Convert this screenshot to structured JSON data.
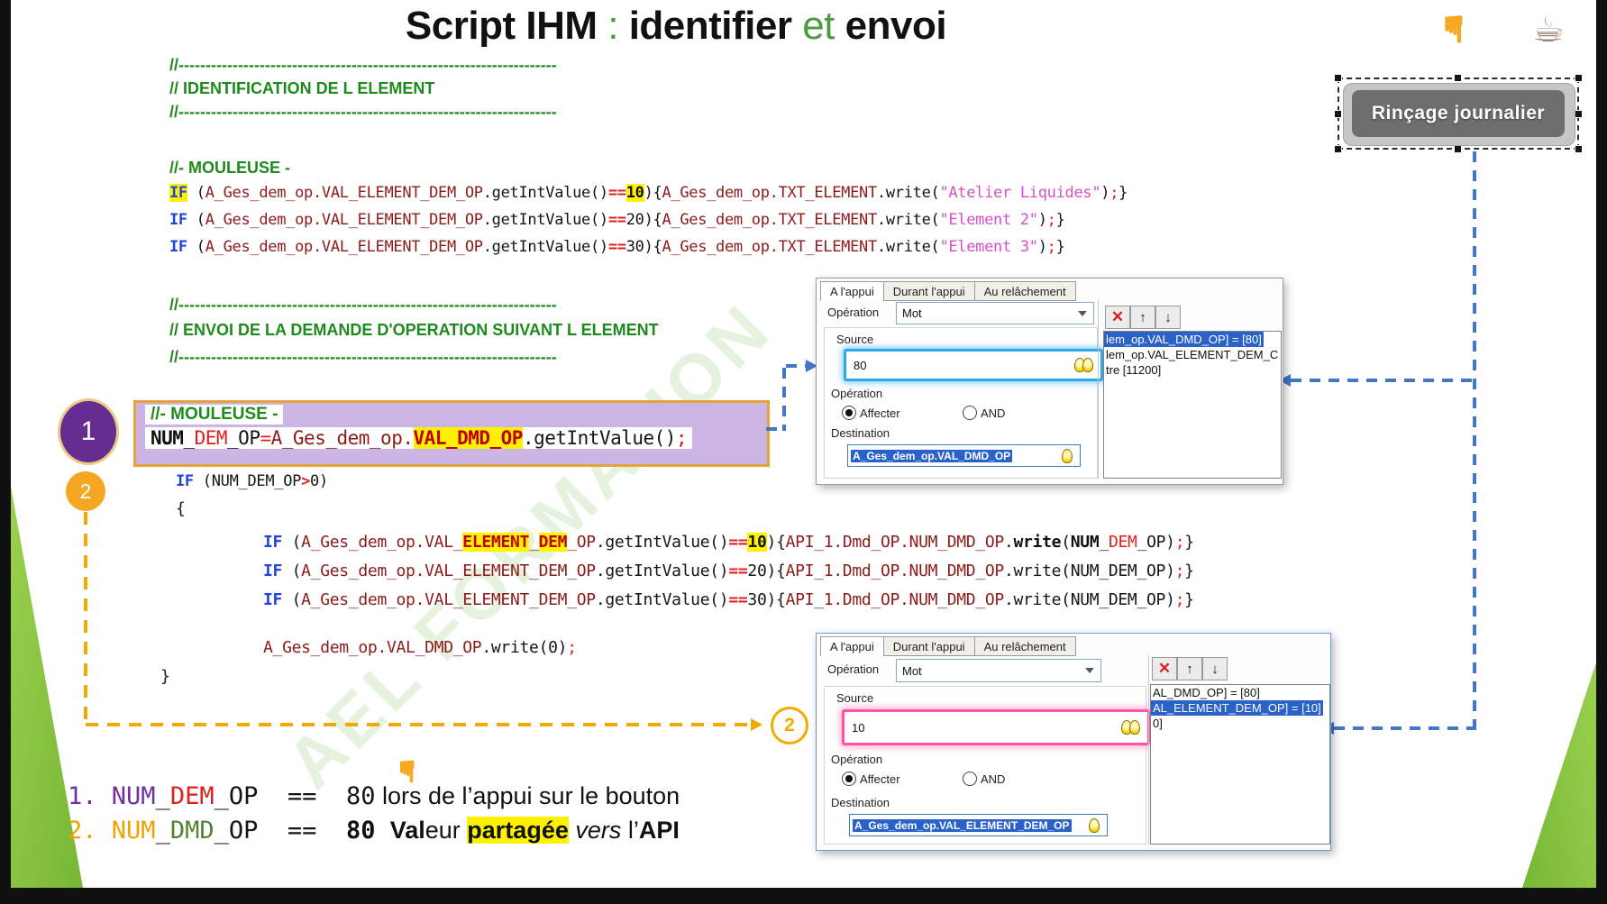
{
  "title": {
    "p1": "Script IHM",
    "p2": " : ",
    "p3": "identifier",
    "p4": " et ",
    "p5": "envoi"
  },
  "watermark": "AEL FORMATION",
  "button": {
    "label": "Rinçage journalier"
  },
  "markers": {
    "step1": "1",
    "step2": "2",
    "step2_target": "2"
  },
  "code": {
    "lines": [
      [
        {
          "t": "//----------------------------------------------------------------------",
          "c": "c"
        }
      ],
      [
        {
          "t": "// IDENTIFICATION DE L ELEMENT",
          "c": "c"
        }
      ],
      [
        {
          "t": "//----------------------------------------------------------------------",
          "c": "c"
        }
      ],
      [
        {
          "t": "//- MOULEUSE -",
          "c": "c"
        }
      ],
      [
        {
          "t": "IF",
          "c": "kh"
        },
        {
          "t": " (",
          "c": "t"
        },
        {
          "t": "A_Ges_dem_op.VAL_ELEMENT_DEM_OP",
          "c": "i"
        },
        {
          "t": ".getIntValue()",
          "c": "t"
        },
        {
          "t": "==",
          "c": "o"
        },
        {
          "t": "10",
          "c": "nh"
        },
        {
          "t": "){",
          "c": "t"
        },
        {
          "t": "A_Ges_dem_op.TXT_ELEMENT",
          "c": "i"
        },
        {
          "t": ".write(",
          "c": "t"
        },
        {
          "t": "\"Atelier Liquides\"",
          "c": "s"
        },
        {
          "t": ")",
          "c": "t"
        },
        {
          "t": ";",
          "c": "r"
        },
        {
          "t": "}",
          "c": "t"
        }
      ],
      [
        {
          "t": "IF",
          "c": "k"
        },
        {
          "t": " (",
          "c": "t"
        },
        {
          "t": "A_Ges_dem_op.VAL_ELEMENT_DEM_OP",
          "c": "i"
        },
        {
          "t": ".getIntValue()",
          "c": "t"
        },
        {
          "t": "==",
          "c": "o"
        },
        {
          "t": "20",
          "c": "t"
        },
        {
          "t": "){",
          "c": "t"
        },
        {
          "t": "A_Ges_dem_op.TXT_ELEMENT",
          "c": "i"
        },
        {
          "t": ".write(",
          "c": "t"
        },
        {
          "t": "\"Element 2\"",
          "c": "s"
        },
        {
          "t": ")",
          "c": "t"
        },
        {
          "t": ";",
          "c": "r"
        },
        {
          "t": "}",
          "c": "t"
        }
      ],
      [
        {
          "t": "IF",
          "c": "k"
        },
        {
          "t": " (",
          "c": "t"
        },
        {
          "t": "A_Ges_dem_op.VAL_ELEMENT_DEM_OP",
          "c": "i"
        },
        {
          "t": ".getIntValue()",
          "c": "t"
        },
        {
          "t": "==",
          "c": "o"
        },
        {
          "t": "30",
          "c": "t"
        },
        {
          "t": "){",
          "c": "t"
        },
        {
          "t": "A_Ges_dem_op.TXT_ELEMENT",
          "c": "i"
        },
        {
          "t": ".write(",
          "c": "t"
        },
        {
          "t": "\"Element 3\"",
          "c": "s"
        },
        {
          "t": ")",
          "c": "t"
        },
        {
          "t": ";",
          "c": "r"
        },
        {
          "t": "}",
          "c": "t"
        }
      ],
      [
        {
          "t": "//----------------------------------------------------------------------",
          "c": "c"
        }
      ],
      [
        {
          "t": "// ENVOI DE LA DEMANDE D'OPERATION SUIVANT L ELEMENT",
          "c": "c"
        }
      ],
      [
        {
          "t": "//----------------------------------------------------------------------",
          "c": "c"
        }
      ],
      [
        {
          "t": "//- MOULEUSE -",
          "c": "c"
        }
      ],
      [
        {
          "t": "NUM",
          "c": "b"
        },
        {
          "t": "_",
          "c": "t"
        },
        {
          "t": "DEM",
          "c": "r"
        },
        {
          "t": "_OP",
          "c": "t"
        },
        {
          "t": "=",
          "c": "r"
        },
        {
          "t": "A_Ges_dem_op.",
          "c": "i"
        },
        {
          "t": "VAL_DMD_OP",
          "c": "ih"
        },
        {
          "t": ".getIntValue()",
          "c": "t"
        },
        {
          "t": ";",
          "c": "r"
        }
      ],
      [
        {
          "t": "IF",
          "c": "k"
        },
        {
          "t": " (NUM_DEM_OP",
          "c": "t"
        },
        {
          "t": ">",
          "c": "o"
        },
        {
          "t": "0)",
          "c": "t"
        }
      ],
      [
        {
          "t": "{",
          "c": "t"
        }
      ],
      [
        {
          "t": "IF",
          "c": "k"
        },
        {
          "t": " (",
          "c": "t"
        },
        {
          "t": "A_Ges_dem_op.VAL_",
          "c": "i"
        },
        {
          "t": "ELEMENT",
          "c": "ih"
        },
        {
          "t": "_",
          "c": "i"
        },
        {
          "t": "DEM",
          "c": "ih"
        },
        {
          "t": "_OP",
          "c": "i"
        },
        {
          "t": ".getIntValue()",
          "c": "t"
        },
        {
          "t": "==",
          "c": "o"
        },
        {
          "t": "10",
          "c": "nh"
        },
        {
          "t": "){",
          "c": "t"
        },
        {
          "t": "API_1.Dmd_OP.NUM_DMD_OP",
          "c": "i"
        },
        {
          "t": ".",
          "c": "t"
        },
        {
          "t": "write",
          "c": "w"
        },
        {
          "t": "(",
          "c": "t"
        },
        {
          "t": "NUM",
          "c": "b"
        },
        {
          "t": "_",
          "c": "t"
        },
        {
          "t": "DEM",
          "c": "r"
        },
        {
          "t": "_OP)",
          "c": "t"
        },
        {
          "t": ";",
          "c": "r"
        },
        {
          "t": "}",
          "c": "t"
        }
      ],
      [
        {
          "t": "IF",
          "c": "k"
        },
        {
          "t": " (",
          "c": "t"
        },
        {
          "t": "A_Ges_dem_op.VAL_ELEMENT_DEM_OP",
          "c": "i"
        },
        {
          "t": ".getIntValue()",
          "c": "t"
        },
        {
          "t": "==",
          "c": "o"
        },
        {
          "t": "20){",
          "c": "t"
        },
        {
          "t": "API_1.Dmd_OP.NUM_DMD_OP",
          "c": "i"
        },
        {
          "t": ".write(NUM_DEM_OP)",
          "c": "t"
        },
        {
          "t": ";",
          "c": "r"
        },
        {
          "t": "}",
          "c": "t"
        }
      ],
      [
        {
          "t": "IF",
          "c": "k"
        },
        {
          "t": " (",
          "c": "t"
        },
        {
          "t": "A_Ges_dem_op.VAL_ELEMENT_DEM_OP",
          "c": "i"
        },
        {
          "t": ".getIntValue()",
          "c": "t"
        },
        {
          "t": "==",
          "c": "o"
        },
        {
          "t": "30){",
          "c": "t"
        },
        {
          "t": "API_1.Dmd_OP.NUM_DMD_OP",
          "c": "i"
        },
        {
          "t": ".write(NUM_DEM_OP)",
          "c": "t"
        },
        {
          "t": ";",
          "c": "r"
        },
        {
          "t": "}",
          "c": "t"
        }
      ],
      [
        {
          "t": "A_Ges_dem_op.VAL_DMD_OP",
          "c": "i"
        },
        {
          "t": ".write(0)",
          "c": "t"
        },
        {
          "t": ";",
          "c": "r"
        }
      ],
      [
        {
          "t": "}",
          "c": "t"
        }
      ],
      [
        {
          "t": "1.",
          "c": "p1"
        },
        {
          "t": " ",
          "c": "t"
        },
        {
          "t": "NUM",
          "c": "p1"
        },
        {
          "t": "_",
          "c": "t"
        },
        {
          "t": "DEM",
          "c": "r"
        },
        {
          "t": "_OP",
          "c": "t"
        },
        {
          "t": "  ==  ",
          "c": "t"
        },
        {
          "t": "80",
          "c": "t"
        },
        {
          "t": " lors de l’appui sur le bouton",
          "c": "sans"
        }
      ],
      [
        {
          "t": "2.",
          "c": "or"
        },
        {
          "t": " ",
          "c": "t"
        },
        {
          "t": "NUM",
          "c": "or"
        },
        {
          "t": "_",
          "c": "t"
        },
        {
          "t": "DMD",
          "c": "gr"
        },
        {
          "t": "_OP",
          "c": "t"
        },
        {
          "t": "  ==  ",
          "c": "t"
        },
        {
          "t": "80 ",
          "c": "bm"
        },
        {
          "t": "Val",
          "c": "bsans"
        },
        {
          "t": "eur ",
          "c": "sans"
        },
        {
          "t": "partagée",
          "c": "hl"
        },
        {
          "t": " ",
          "c": "sans"
        },
        {
          "t": "vers",
          "c": "it"
        },
        {
          "t": " l’",
          "c": "sans"
        },
        {
          "t": "API",
          "c": "bsans"
        }
      ]
    ]
  },
  "dialog1": {
    "tabs": [
      "A l'appui",
      "Durant l'appui",
      "Au relâchement"
    ],
    "operation_label": "Opération",
    "operation_value": "Mot",
    "source_label": "Source",
    "source_value": "80",
    "operation_group_label": "Opération",
    "radio_affecter": "Affecter",
    "radio_and": "AND",
    "destination_label": "Destination",
    "destination_value": "A_Ges_dem_op.VAL_DMD_OP",
    "list": [
      "lem_op.VAL_DMD_OP] = [80]",
      "lem_op.VAL_ELEMENT_DEM_C",
      "tre [11200]"
    ]
  },
  "dialog2": {
    "tabs": [
      "A l'appui",
      "Durant l'appui",
      "Au relâchement"
    ],
    "operation_label": "Opération",
    "operation_value": "Mot",
    "source_label": "Source",
    "source_value": "10",
    "operation_group_label": "Opération",
    "radio_affecter": "Affecter",
    "radio_and": "AND",
    "destination_label": "Destination",
    "destination_value": "A_Ges_dem_op.VAL_ELEMENT_DEM_OP",
    "list": [
      "AL_DMD_OP] = [80]",
      "AL_ELEMENT_DEM_OP] = [10]",
      "0]"
    ]
  },
  "colors": {
    "accent_green": "#4c9a42",
    "highlight_yellow": "#FFF200",
    "marker_purple": "#662d91",
    "marker_orange": "#f5a623",
    "connector_blue": "#4576c6",
    "connector_orange": "#f2a900"
  }
}
